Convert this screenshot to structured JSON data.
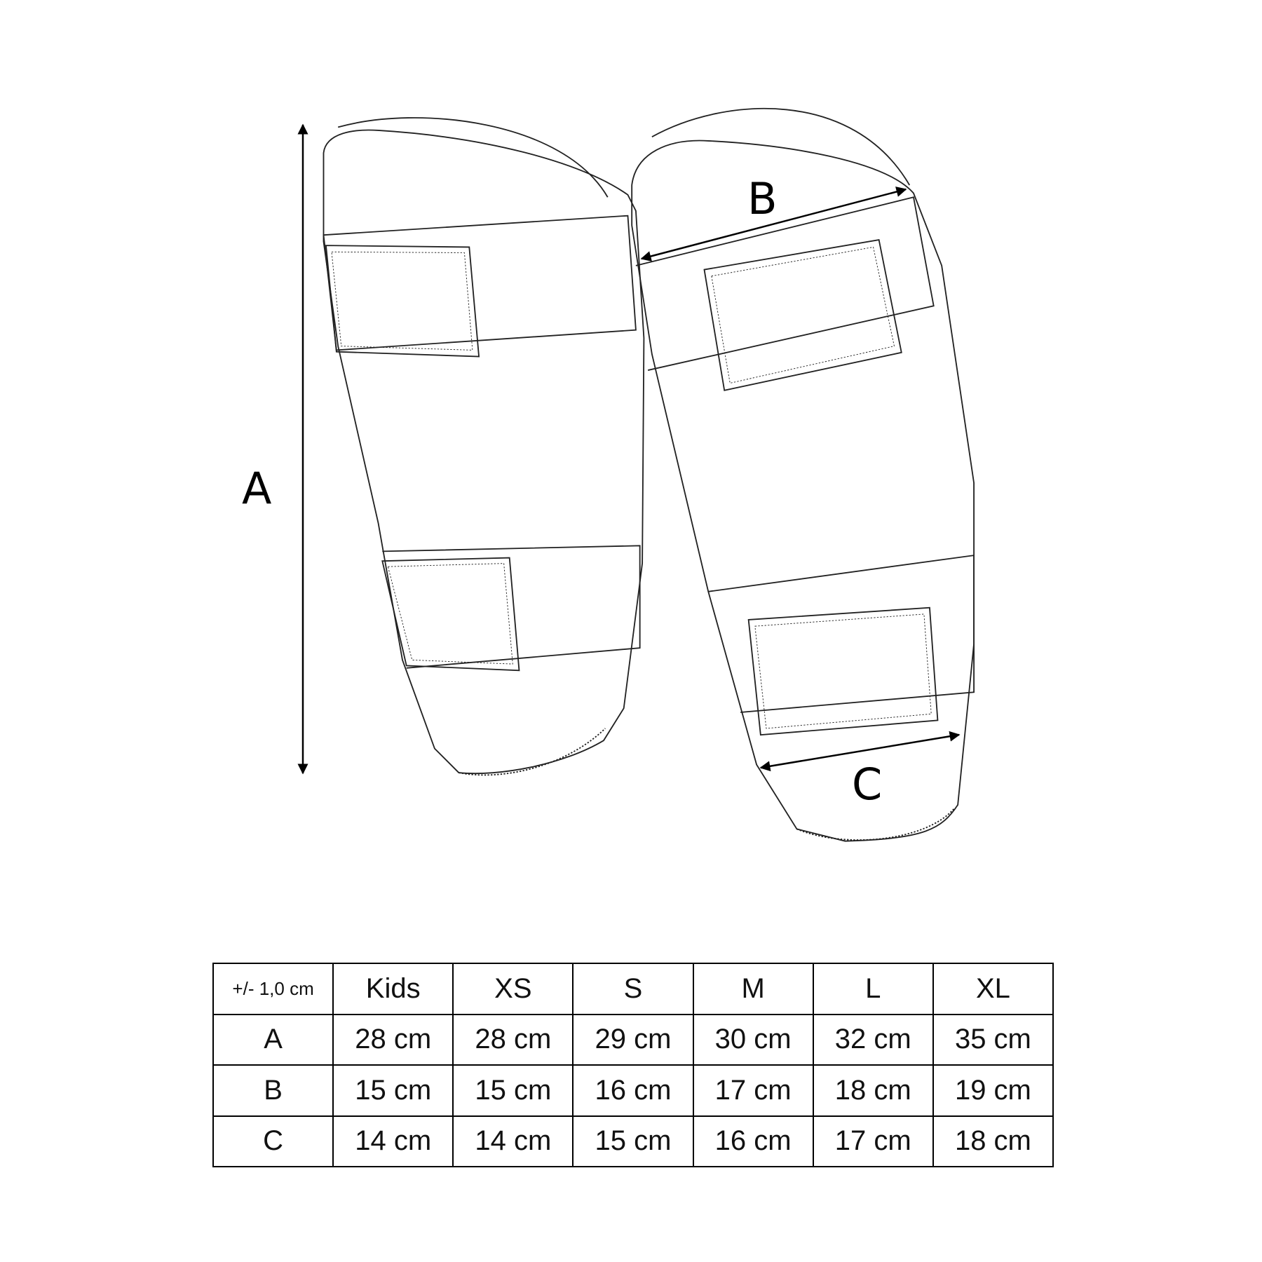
{
  "labels": {
    "a": "A",
    "b": "B",
    "c": "C"
  },
  "table": {
    "corner": "+/- 1,0 cm",
    "sizes": [
      "Kids",
      "XS",
      "S",
      "M",
      "L",
      "XL"
    ],
    "rows": [
      {
        "name": "A",
        "values": [
          "28 cm",
          "28 cm",
          "29 cm",
          "30 cm",
          "32 cm",
          "35 cm"
        ]
      },
      {
        "name": "B",
        "values": [
          "15 cm",
          "15 cm",
          "16 cm",
          "17 cm",
          "18 cm",
          "19 cm"
        ]
      },
      {
        "name": "C",
        "values": [
          "14 cm",
          "14 cm",
          "15 cm",
          "16 cm",
          "17 cm",
          "18 cm"
        ]
      }
    ]
  }
}
